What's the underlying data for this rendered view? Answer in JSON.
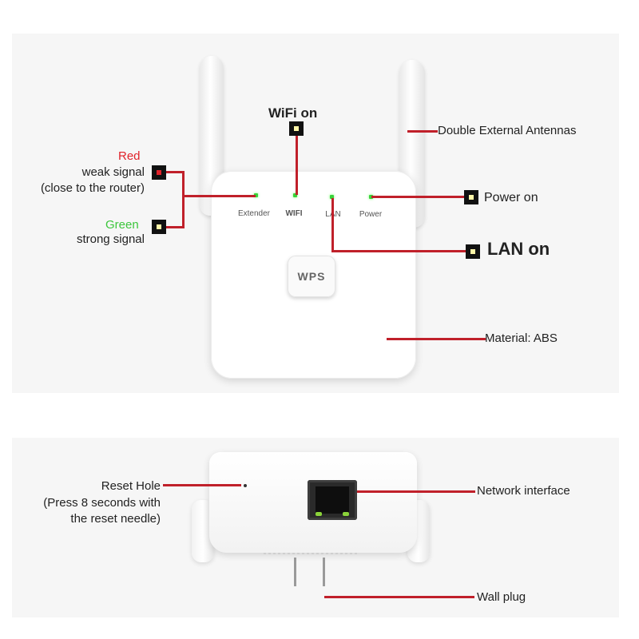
{
  "top": {
    "wifi_on": "WiFi on",
    "antennas": "Double External Antennas",
    "red_title": "Red",
    "red_desc_1": "weak signal",
    "red_desc_2": "(close to the router)",
    "green_title": "Green",
    "green_desc": "strong signal",
    "power_on": "Power on",
    "lan_on": "LAN on",
    "material": "Material: ABS",
    "leds": [
      "Extender",
      "WIFI",
      "LAN",
      "Power"
    ],
    "wps": "WPS"
  },
  "bottom": {
    "reset_1": "Reset Hole",
    "reset_2": "(Press 8 seconds with",
    "reset_3": "the reset needle)",
    "network": "Network interface",
    "wall_plug": "Wall plug"
  },
  "colors": {
    "line": "#c0202a",
    "red_label": "#e0222a",
    "green_label": "#3cc63c",
    "led": "#39d23a"
  }
}
